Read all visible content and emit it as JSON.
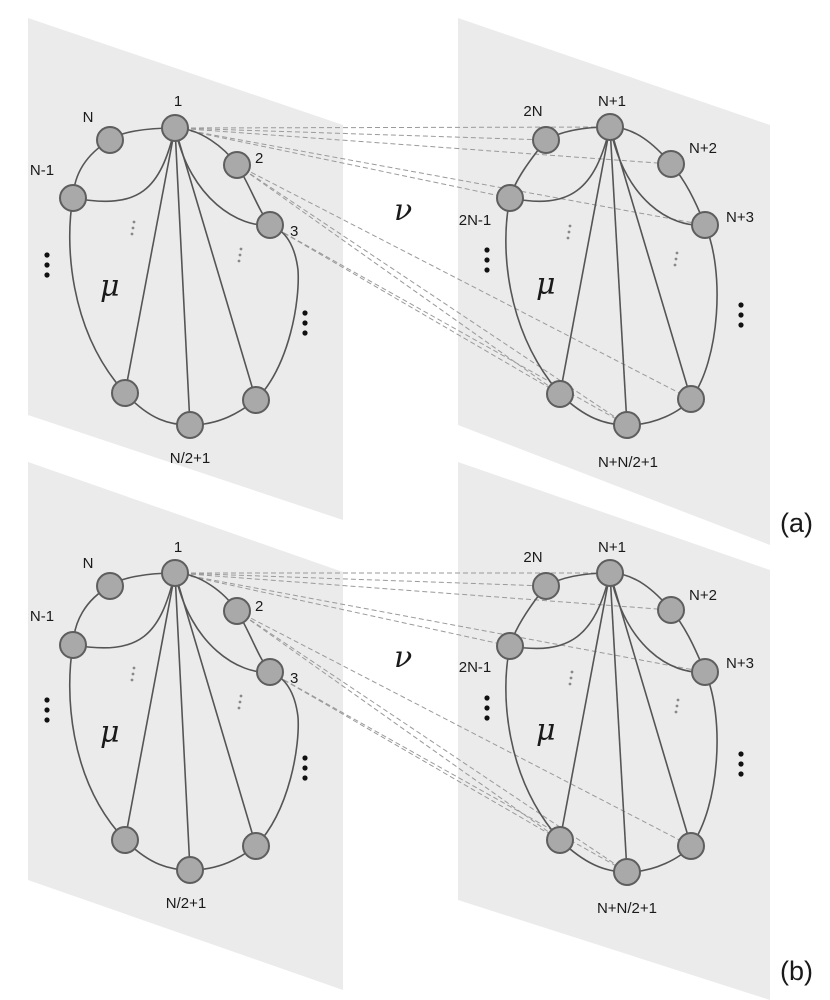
{
  "panels": [
    {
      "id": "a",
      "label": "(a)",
      "left_layer": {
        "greek": "μ",
        "node_labels": [
          "1",
          "2",
          "3",
          "N",
          "N-1",
          "N/2+1"
        ]
      },
      "right_layer": {
        "greek": "μ",
        "node_labels": [
          "N+1",
          "N+2",
          "N+3",
          "2N",
          "2N-1",
          "N+N/2+1"
        ]
      },
      "interlayer_label": "ν"
    },
    {
      "id": "b",
      "label": "(b)",
      "left_layer": {
        "greek": "μ",
        "node_labels": [
          "1",
          "2",
          "3",
          "N",
          "N-1",
          "N/2+1"
        ]
      },
      "right_layer": {
        "greek": "μ",
        "node_labels": [
          "N+1",
          "N+2",
          "N+3",
          "2N",
          "2N-1",
          "N+N/2+1"
        ]
      },
      "interlayer_label": "ν"
    }
  ]
}
